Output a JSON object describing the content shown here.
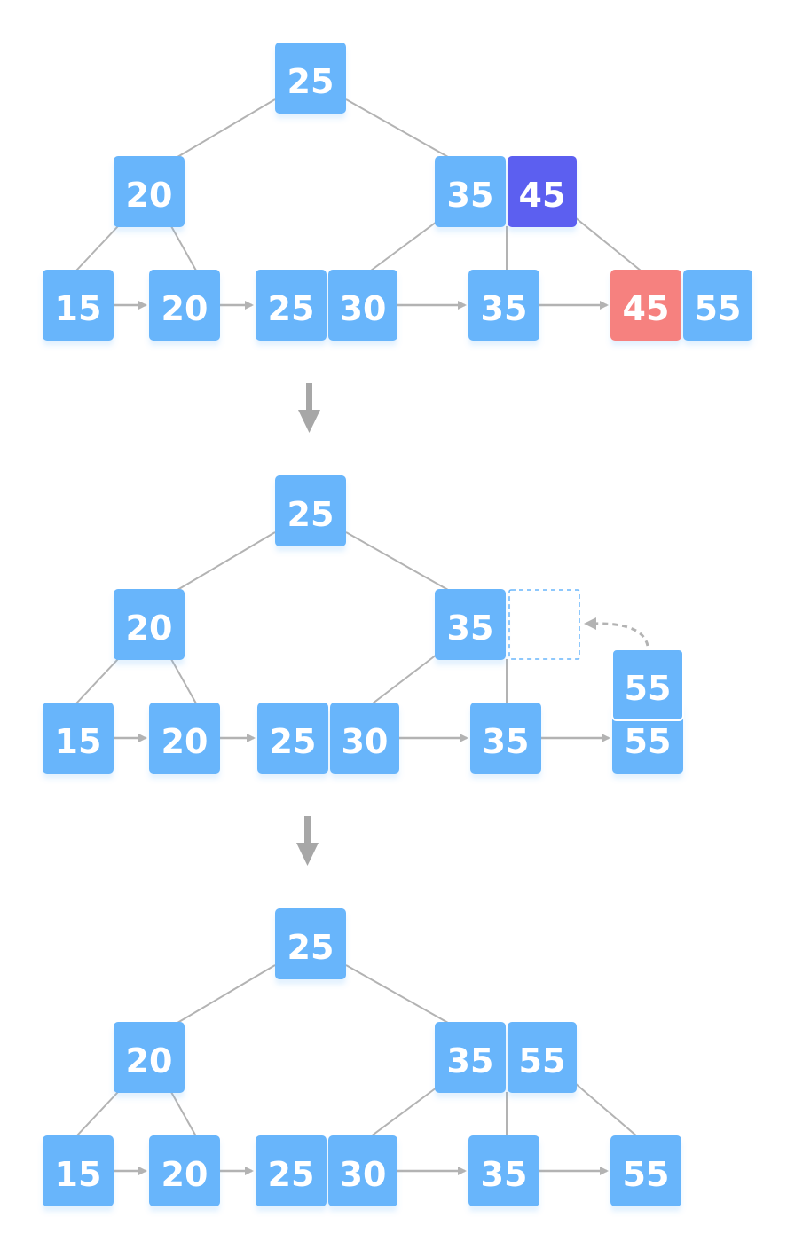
{
  "colors": {
    "node": "#68b5fb",
    "highlight_internal": "#5b5ef0",
    "highlight_leaf": "#f6817f",
    "edge": "#b3b3b3",
    "text": "#ffffff",
    "placeholder_border": "#68b5fb"
  },
  "stages": [
    {
      "root": {
        "keys": [
          "25"
        ]
      },
      "internal_left": {
        "keys": [
          "20"
        ]
      },
      "internal_right": {
        "keys": [
          "35",
          "45"
        ]
      },
      "leaves": [
        {
          "keys": [
            "15"
          ]
        },
        {
          "keys": [
            "20"
          ]
        },
        {
          "keys": [
            "25",
            "30"
          ]
        },
        {
          "keys": [
            "35"
          ]
        },
        {
          "keys": [
            "45",
            "55"
          ]
        }
      ]
    },
    {
      "root": {
        "keys": [
          "25"
        ]
      },
      "internal_left": {
        "keys": [
          "20"
        ]
      },
      "internal_right": {
        "keys": [
          "35"
        ]
      },
      "leaves": [
        {
          "keys": [
            "15"
          ]
        },
        {
          "keys": [
            "20"
          ]
        },
        {
          "keys": [
            "25",
            "30"
          ]
        },
        {
          "keys": [
            "35"
          ]
        },
        {
          "keys": [
            "55"
          ]
        }
      ],
      "moving_key": "55"
    },
    {
      "root": {
        "keys": [
          "25"
        ]
      },
      "internal_left": {
        "keys": [
          "20"
        ]
      },
      "internal_right": {
        "keys": [
          "35",
          "55"
        ]
      },
      "leaves": [
        {
          "keys": [
            "15"
          ]
        },
        {
          "keys": [
            "20"
          ]
        },
        {
          "keys": [
            "25",
            "30"
          ]
        },
        {
          "keys": [
            "35"
          ]
        },
        {
          "keys": [
            "55"
          ]
        }
      ]
    }
  ]
}
